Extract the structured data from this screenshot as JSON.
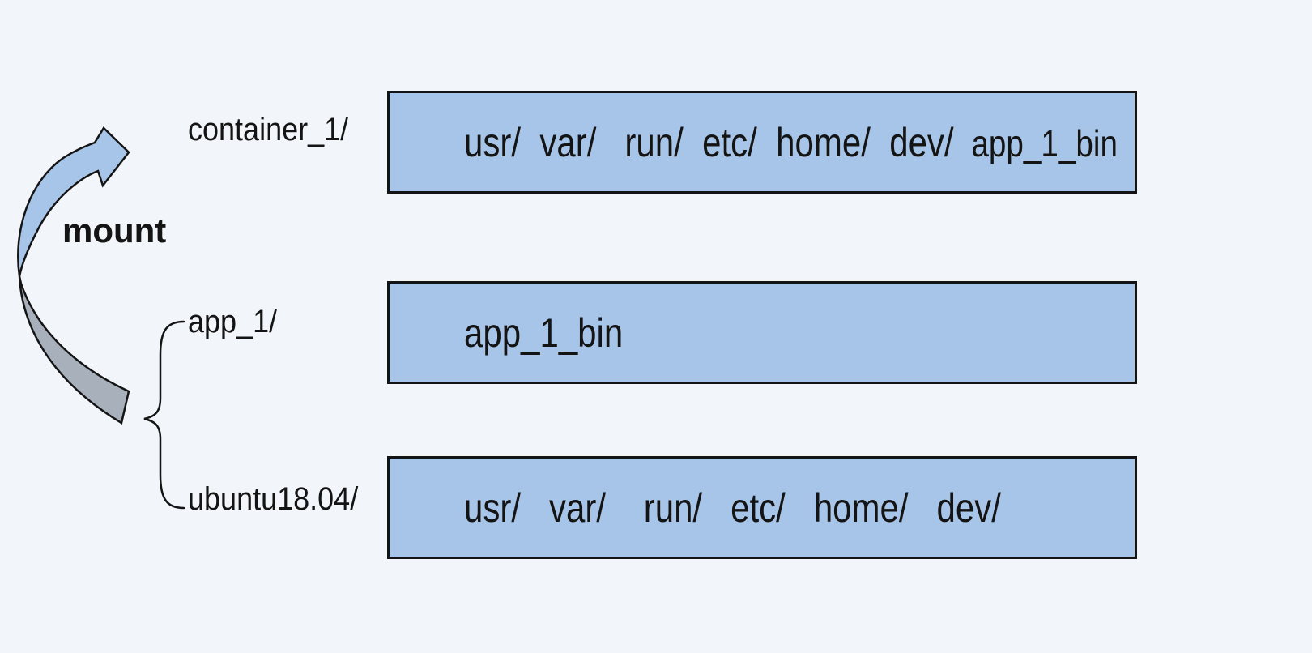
{
  "diagram": {
    "mount_label": "mount",
    "rows": {
      "container": {
        "label": "container_1/",
        "dirs": "usr/  var/   run/  etc/  home/  dev/",
        "mounted_item": "app_1_bin"
      },
      "app": {
        "label": "app_1/",
        "content": "app_1_bin"
      },
      "ubuntu": {
        "label": "ubuntu18.04/",
        "dirs": "usr/   var/    run/   etc/   home/   dev/"
      }
    }
  },
  "colors": {
    "background": "#f2f5fa",
    "box_fill": "#a7c5e8",
    "box_border": "#141414",
    "arrow_blue": "#a7c5e8",
    "arrow_gray": "#a8b0bc",
    "outline": "#141414",
    "text": "#141414"
  }
}
